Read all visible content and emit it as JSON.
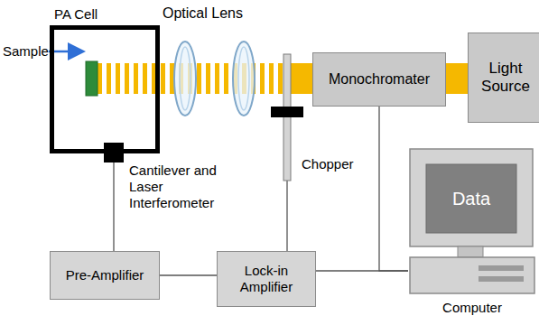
{
  "diagram": {
    "nodes": [
      {
        "text": [
          "PA Cell"
        ]
      },
      {
        "text": [
          "Cantilever and Laser Interferometer"
        ],
        "in": 0
      },
      {
        "text": [
          "Chopper"
        ]
      },
      {
        "text": [
          "Monochromater"
        ]
      },
      {
        "text": [
          "Light Source"
        ]
      },
      {
        "text": [
          "Pre-Amplifier"
        ]
      },
      {
        "text": [
          "Lock-in Amplifier"
        ]
      },
      {
        "text": [
          "Data",
          "Computer"
        ]
      }
    ],
    "edges": [
      {
        "from": 1,
        "to": 5,
        "arrow": "none"
      },
      {
        "from": 5,
        "to": 6,
        "arrow": "none"
      },
      {
        "from": 2,
        "to": 6,
        "arrow": "none"
      },
      {
        "from": 6,
        "to": 7,
        "arrow": "none"
      },
      {
        "from": 3,
        "to": 7,
        "arrow": "none"
      }
    ],
    "labels": [
      "Sample",
      "Optical Lens"
    ]
  }
}
